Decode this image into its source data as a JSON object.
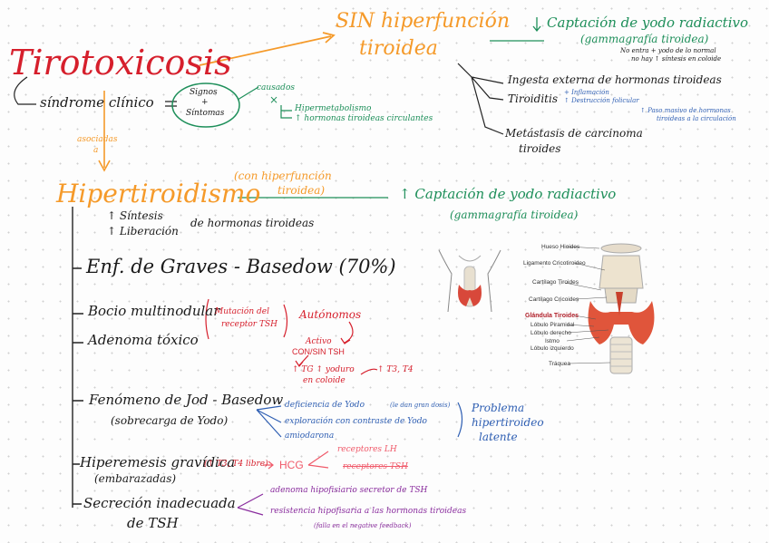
{
  "title": "Tirotoxicosis",
  "sin_hiper": {
    "line1": "SIN hiperfunción",
    "line2": "tiroidea"
  },
  "captacion_top": {
    "line1": "Captación de yodo radiactivo",
    "line2": "(gammagrafía tiroidea)",
    "note1": "No entra + yodo de lo normal",
    "note2": "no hay ↑ síntesis en coloide"
  },
  "sin_causes": [
    "Ingesta externa de hormonas tiroideas",
    "Tiroiditis",
    "Metástasis de carcinoma",
    "tiroides"
  ],
  "tiroiditis_notes": [
    "+ Inflamación",
    "↑ Destrucción folicular",
    "↑ Paso masivo de hormonas",
    "tiroideas a la circulación"
  ],
  "sindrome": "síndrome clínico",
  "signos": {
    "line1": "Signos",
    "plus": "+",
    "line2": "Síntomas"
  },
  "causados": "causados",
  "por": "×",
  "hipermet": [
    "Hipermetabolismo",
    "↑ hormonas tiroideas circulantes"
  ],
  "asociadas": {
    "line1": "asociadas",
    "line2": "a"
  },
  "hipertiroidismo": "Hipertiroidismo",
  "con_hiper": {
    "line1": "(con hiperfunción",
    "line2": "tiroidea)"
  },
  "captacion_mid": {
    "line1": "↑ Captación de yodo radiactivo",
    "line2": "(gammagrafía tiroidea)"
  },
  "sintesis": {
    "line1": "↑ Síntesis",
    "line2": "↑ Liberación",
    "tail": "de hormonas tiroideas"
  },
  "graves": "Enf. de Graves - Basedow (70%)",
  "bocio": "Bocio multinodular",
  "adenoma": "Adenoma tóxico",
  "mutacion": {
    "line1": "Mutación del",
    "line2": "receptor TSH"
  },
  "autonomos": "Autónomos",
  "activo": {
    "line1": "Activo",
    "line2": "CON/SIN TSH"
  },
  "tg": {
    "line1": "↑ TG ↑ yoduro",
    "line2": "en coloide"
  },
  "t3t4": "↑ T3, T4",
  "jod": {
    "line1": "Fenómeno de Jod - Basedow",
    "line2": "(sobrecarga de Yodo)"
  },
  "jod_causes": [
    "deficiencia de Yodo",
    "(le dan gran dosis)",
    "exploración con contraste de Yodo",
    "amiodarona"
  ],
  "problema": [
    "Problema",
    "hipertiroideo",
    "latente"
  ],
  "hiperemesis": {
    "line1": "Hiperemesis gravídica",
    "line2": "(embarazadas)"
  },
  "hiper_t3": "(↑ T3, T4 libre)",
  "hcg": "HCG",
  "receptores": [
    "receptores LH",
    "receptores TSH"
  ],
  "secrecion": {
    "line1": "Secreción inadecuada",
    "line2": "de TSH"
  },
  "sec_causes": [
    "adenoma hipofisiario secretor de TSH",
    "resistencia hipofisaria a las hormonas tiroideas",
    "(falla en el negative feedback)"
  ],
  "anatomy_labels": [
    "Hueso Hioides",
    "Ligamento Cricotiroideo",
    "Cartílago Tiroides",
    "Cartílago Cricoides",
    "Glándula Tiroides",
    "Lóbulo Piramidal",
    "Lóbulo derecho",
    "Istmo",
    "Lóbulo izquierdo",
    "Tráquea"
  ]
}
